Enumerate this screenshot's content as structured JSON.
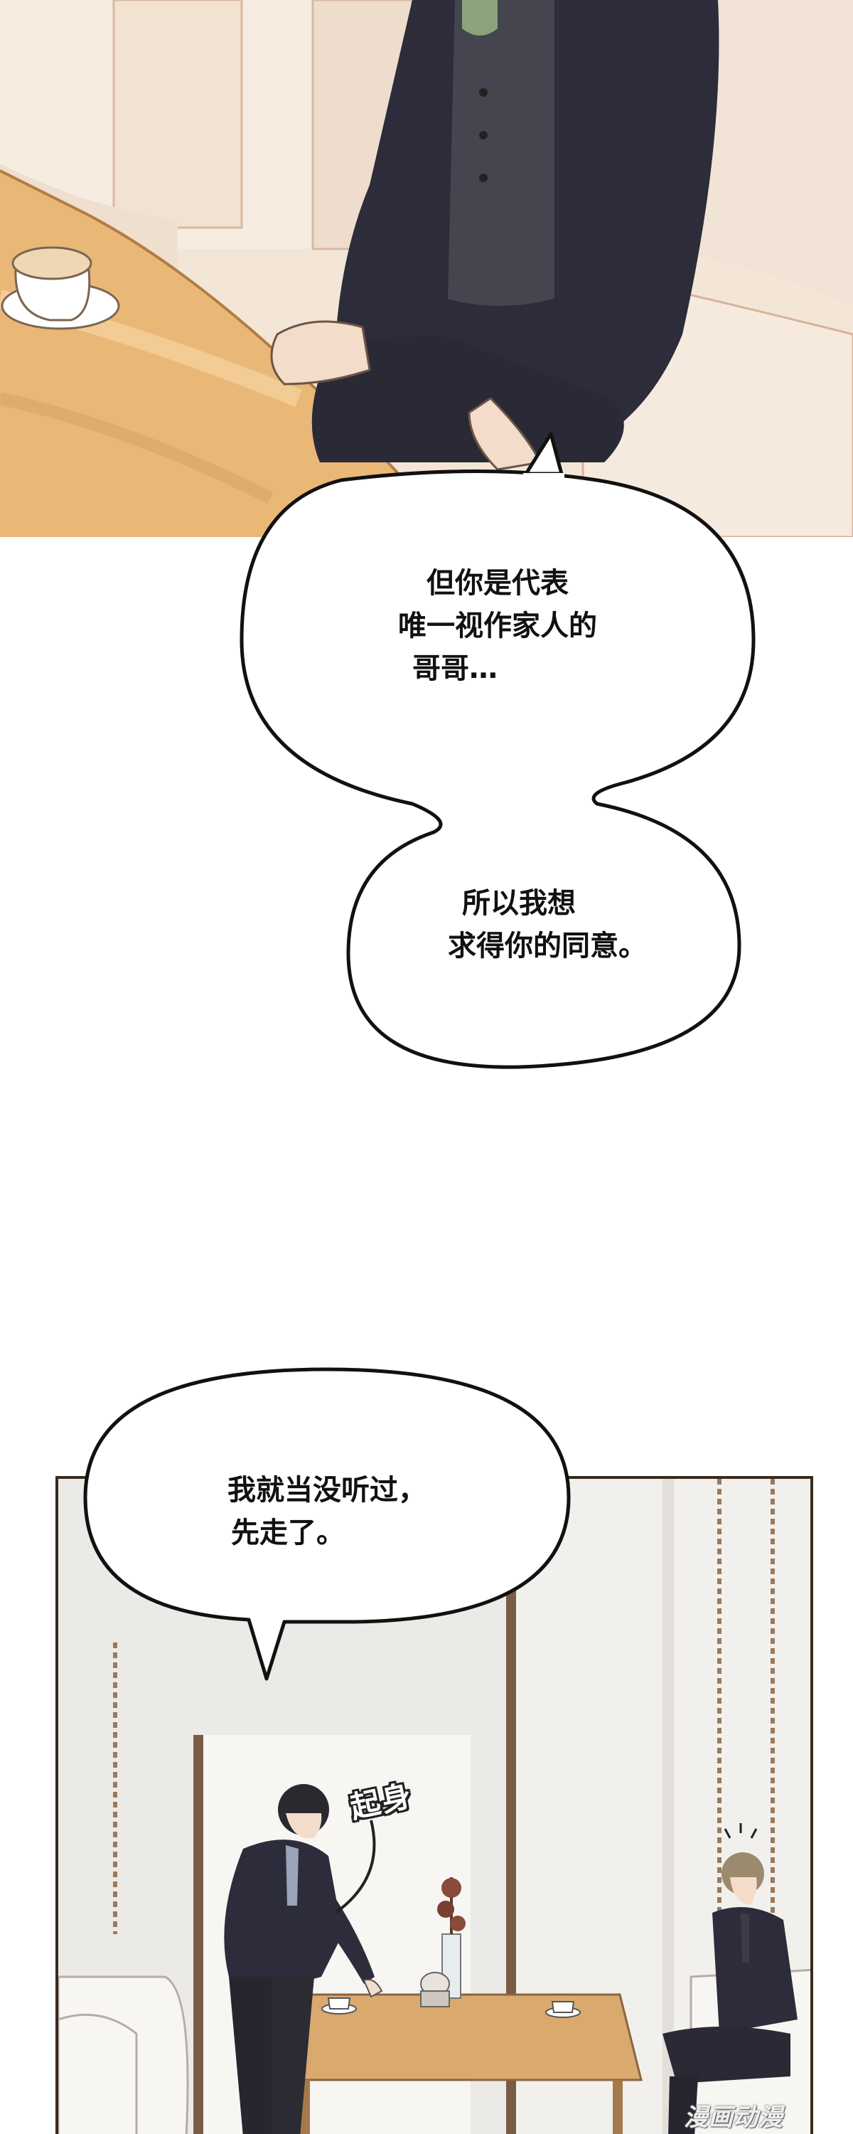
{
  "panel_top": {
    "description_icon": "cafe-scene-man-in-suit-icon"
  },
  "bubble_1": {
    "lines": [
      "但你是代表",
      "唯一视作家人的",
      "哥哥…"
    ]
  },
  "bubble_2": {
    "lines": [
      "所以我想",
      "求得你的同意。"
    ]
  },
  "bubble_3": {
    "lines": [
      "我就当没听过，",
      "先走了。"
    ]
  },
  "sfx": {
    "text": "起身"
  },
  "watermark": {
    "text": "漫画动漫"
  },
  "colors": {
    "top_panel_bg": "#f4e6d6",
    "table_wood": "#e9b877",
    "suit": "#2c2c3a",
    "bottom_panel_bg": "#eceae6",
    "panel_border": "#3a2a1e"
  }
}
